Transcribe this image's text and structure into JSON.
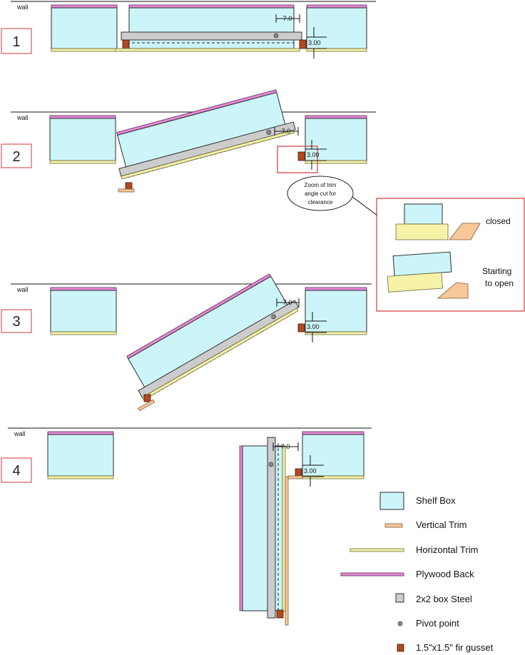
{
  "diagram": {
    "wall_label": "wall",
    "steps": [
      "1",
      "2",
      "3",
      "4"
    ],
    "dimensions": {
      "offset": "7.0",
      "height": "3.00"
    },
    "callout": [
      "Zoom of trim",
      "angle cut for",
      "clearance"
    ],
    "zoom": {
      "closed": "closed",
      "opening_line1": "Starting",
      "opening_line2": "to open"
    },
    "legend": [
      {
        "key": "shelf_box",
        "label": "Shelf Box"
      },
      {
        "key": "vertical_trim",
        "label": "Vertical Trim"
      },
      {
        "key": "horizontal_trim",
        "label": "Horizontal Trim"
      },
      {
        "key": "plywood_back",
        "label": "Plywood Back"
      },
      {
        "key": "steel",
        "label": "2x2 box Steel"
      },
      {
        "key": "pivot",
        "label": "Pivot point"
      },
      {
        "key": "gusset",
        "label": "1.5\"x1.5\" fir gusset"
      }
    ],
    "colors": {
      "shelf_box": "#ccf5f9",
      "vertical_trim": "#f8c898",
      "horizontal_trim": "#f6f2a8",
      "plywood_back": "#e48ad6",
      "steel": "#cccccc",
      "pivot": "#8b8b8b",
      "gusset": "#b3491e",
      "step_border": "#d23a3a"
    }
  }
}
